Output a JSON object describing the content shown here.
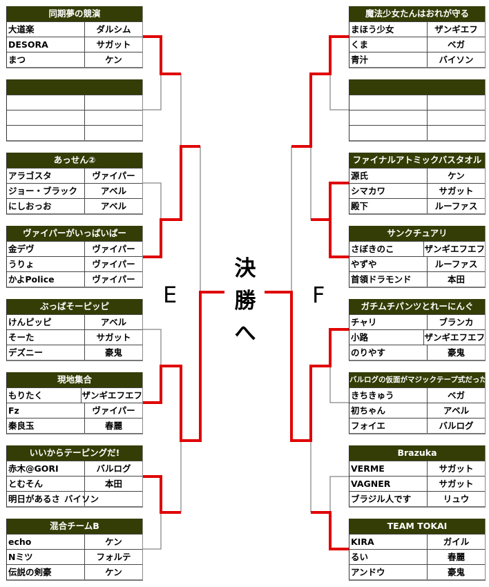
{
  "center": {
    "left_block": "E",
    "right_block": "F",
    "final_label": [
      "決",
      "勝",
      "へ"
    ]
  },
  "colors": {
    "header_bg": "#333d05",
    "winner_line": "#e00000",
    "line": "#999999"
  },
  "left_teams": [
    {
      "name": "同期夢の競演",
      "members": [
        [
          "大道楽",
          "ダルシム"
        ],
        [
          "DESORA",
          "サガット"
        ],
        [
          "まつ",
          "ケン"
        ]
      ]
    },
    {
      "name": "",
      "members": [
        [
          "",
          ""
        ],
        [
          "",
          ""
        ],
        [
          "",
          ""
        ]
      ]
    },
    {
      "name": "あっせん②",
      "members": [
        [
          "アラゴスタ",
          "ヴァイパー"
        ],
        [
          "ジョー・ブラック",
          "アベル"
        ],
        [
          "にしおっお",
          "アベル"
        ]
      ]
    },
    {
      "name": "ヴァイパーがいっぱいぱー",
      "members": [
        [
          "金デヴ",
          "ヴァイパー"
        ],
        [
          "うりょ",
          "ヴァイパー"
        ],
        [
          "かよPolice",
          "ヴァイパー"
        ]
      ]
    },
    {
      "name": "ぶっぱそーピッピ",
      "members": [
        [
          "けんピッピ",
          "アベル"
        ],
        [
          "そーた",
          "サガット"
        ],
        [
          "デズニー",
          "豪鬼"
        ]
      ]
    },
    {
      "name": "現地集合",
      "members": [
        [
          "もりたく",
          "ザンギエフエフ"
        ],
        [
          "Fz",
          "ヴァイパー"
        ],
        [
          "秦良玉",
          "春麗"
        ]
      ]
    },
    {
      "name": "いいからテーピングだ!",
      "members": [
        [
          "赤木@GORI",
          "バルログ"
        ],
        [
          "とむそん",
          "本田"
        ],
        [
          "明日があるさ",
          "バイソン"
        ]
      ]
    },
    {
      "name": "混合チームB",
      "members": [
        [
          "echo",
          "ケン"
        ],
        [
          "Nミツ",
          "フォルテ"
        ],
        [
          "伝説の剣豪",
          "ケン"
        ]
      ]
    }
  ],
  "right_teams": [
    {
      "name": "魔法少女たんはおれが守る",
      "members": [
        [
          "まほう少女",
          "ザンギエフ"
        ],
        [
          "くま",
          "ベガ"
        ],
        [
          "青汁",
          "バイソン"
        ]
      ]
    },
    {
      "name": "",
      "members": [
        [
          "",
          ""
        ],
        [
          "",
          ""
        ],
        [
          "",
          ""
        ]
      ]
    },
    {
      "name": "ファイナルアトミックバスタオル",
      "members": [
        [
          "源氏",
          "ケン"
        ],
        [
          "シマカワ",
          "サガット"
        ],
        [
          "殿下",
          "ルーファス"
        ]
      ]
    },
    {
      "name": "サンクチュアリ",
      "members": [
        [
          "さぼきのこ",
          "ザンギエフエフ"
        ],
        [
          "やずや",
          "ルーファス"
        ],
        [
          "首領ドラモンド",
          "本田"
        ]
      ]
    },
    {
      "name": "ガチムチパンツとれーにんぐ",
      "members": [
        [
          "チャリ",
          "ブランカ"
        ],
        [
          "小路",
          "ザンギエフエフ"
        ],
        [
          "のりやす",
          "豪鬼"
        ]
      ]
    },
    {
      "name": "バルログの仮面がマジックテープ式だった",
      "members": [
        [
          "きちきゅう",
          "ベガ"
        ],
        [
          "初ちゃん",
          "アベル"
        ],
        [
          "フォイエ",
          "バルログ"
        ]
      ]
    },
    {
      "name": "Brazuka",
      "members": [
        [
          "VERME",
          "サガット"
        ],
        [
          "VAGNER",
          "サガット"
        ],
        [
          "ブラジル人です",
          "リュウ"
        ]
      ]
    },
    {
      "name": "TEAM TOKAI",
      "members": [
        [
          "KIRA",
          "ガイル"
        ],
        [
          "るい",
          "春麗"
        ],
        [
          "アンドウ",
          "豪鬼"
        ]
      ]
    }
  ]
}
